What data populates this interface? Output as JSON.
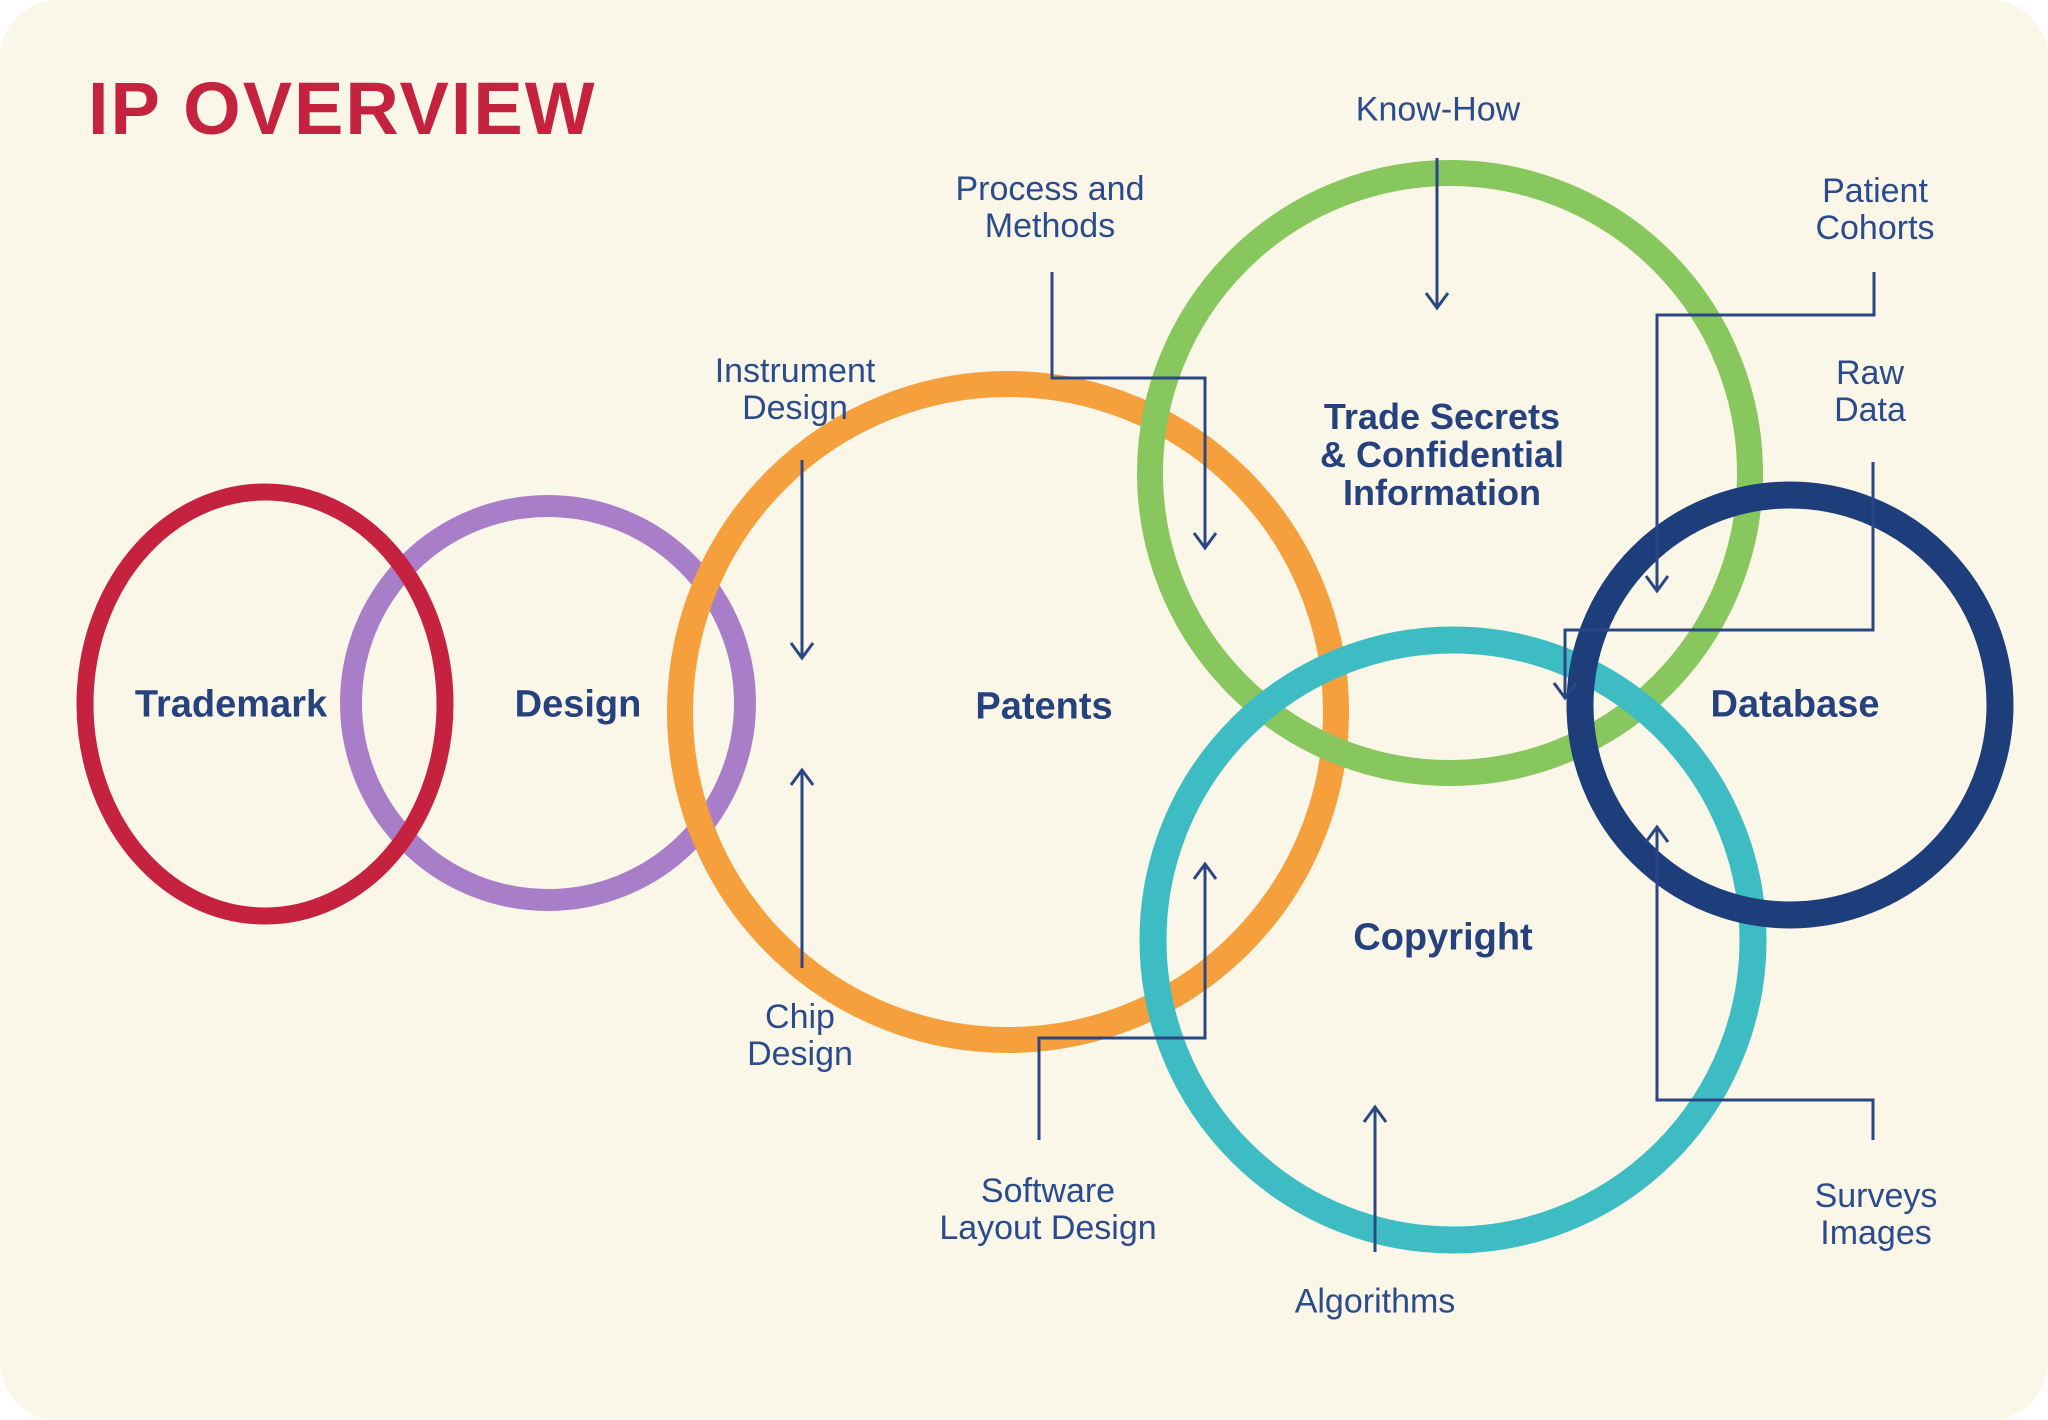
{
  "title": "IP OVERVIEW",
  "colors": {
    "card_background": "#FAF7E8",
    "title_text": "#C52240",
    "label_text": "#2B4B8D",
    "circle_label_text": "#25417E",
    "connector": "#2A4784",
    "trademark_circle": "#C52240",
    "design_circle": "#A87EC9",
    "patents_circle": "#F5A03C",
    "trade_secrets_circle": "#87C75D",
    "copyright_circle": "#3DBDC3",
    "database_circle": "#1E3D7B"
  },
  "circles": {
    "trademark": {
      "label": "Trademark"
    },
    "design": {
      "label": "Design"
    },
    "patents": {
      "label": "Patents"
    },
    "trade_secrets": {
      "line1": "Trade Secrets",
      "line2": "& Confidential",
      "line3": "Information"
    },
    "copyright": {
      "label": "Copyright"
    },
    "database": {
      "label": "Database"
    }
  },
  "annotations": {
    "know_how": {
      "line1": "Know-How"
    },
    "process_methods": {
      "line1": "Process and",
      "line2": "Methods"
    },
    "patient_cohorts": {
      "line1": "Patient",
      "line2": "Cohorts"
    },
    "raw_data": {
      "line1": "Raw",
      "line2": "Data"
    },
    "instrument_design": {
      "line1": "Instrument",
      "line2": "Design"
    },
    "chip_design": {
      "line1": "Chip",
      "line2": "Design"
    },
    "software_layout_design": {
      "line1": "Software",
      "line2": "Layout Design"
    },
    "algorithms": {
      "line1": "Algorithms"
    },
    "surveys_images": {
      "line1": "Surveys",
      "line2": "Images"
    }
  }
}
